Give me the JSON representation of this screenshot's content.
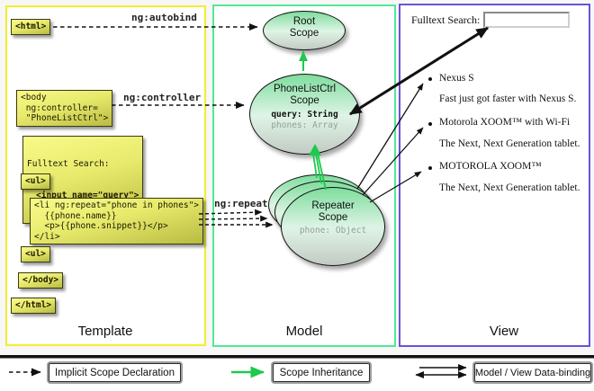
{
  "diagram": {
    "columns": {
      "template": "Template",
      "model": "Model",
      "view": "View"
    },
    "template_code": {
      "html_open": "<html>",
      "body_open": "<body\n ng:controller=\n \"PhoneListCtrl\">",
      "fulltext_label": "Fulltext Search:",
      "fulltext_input": "<input name=\"query\">",
      "ul_open": "<ul>",
      "li_repeat": "<li ng:repeat=\"phone in phones\">\n  {{phone.name}}\n  <p>{{phone.snippet}}</p>\n</li>",
      "ul_close": "<ul>",
      "body_close": "</body>",
      "html_close": "</html>"
    },
    "arrow_labels": {
      "autobind": "ng:autobind",
      "controller": "ng:controller",
      "repeat": "ng:repeat"
    },
    "model_scopes": {
      "root_title": "Root\nScope",
      "phonelist_title": "PhoneListCtrl\nScope",
      "phonelist_query": "query: String",
      "phonelist_phones": "phones: Array",
      "repeater_title": "Repeater\nScope",
      "repeater_prop": "phone: Object"
    },
    "view": {
      "search_label": "Fulltext Search:",
      "search_value": "",
      "items": [
        {
          "title": "Nexus S",
          "desc": "Fast just got faster with Nexus S."
        },
        {
          "title": "Motorola XOOM™ with Wi-Fi",
          "desc": "The Next, Next Generation tablet."
        },
        {
          "title": "MOTOROLA XOOM™",
          "desc": "The Next, Next Generation tablet."
        }
      ]
    },
    "legend": {
      "implicit": "Implicit Scope Declaration",
      "inheritance": "Scope Inheritance",
      "databinding": "Model / View Data-binding"
    },
    "colors": {
      "template_border": "#f2ee2e",
      "model_border": "#52e896",
      "view_border": "#6b52d8",
      "code_box_yellow": "#e8ea6c",
      "scope_green": "#7edd9d",
      "inheritance_arrow": "#1ec94d"
    }
  }
}
